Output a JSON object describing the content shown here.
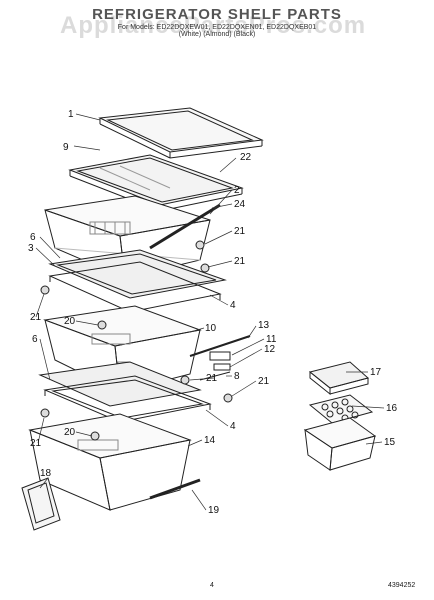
{
  "title": "REFRIGERATOR SHELF PARTS",
  "models": "For Models: ED22DQXEW01, ED22DQXEN01, ED22DQXEB01",
  "colors": "(White)          (Almond)          (Black)",
  "watermark": "AppliancePartsPros.com",
  "page_number": "4",
  "document_number": "4394252",
  "callouts": {
    "c1": "1",
    "c9": "9",
    "c22": "22",
    "c2": "2",
    "c24": "24",
    "c6a": "6",
    "c3": "3",
    "c21a": "21",
    "c21b": "21",
    "c4a": "4",
    "c21c": "21",
    "c20a": "20",
    "c10": "10",
    "c13": "13",
    "c11": "11",
    "c6b": "6",
    "c12": "12",
    "c8": "8",
    "c21d": "21",
    "c21e": "21",
    "c4b": "4",
    "c20b": "20",
    "c21f": "21",
    "c14": "14",
    "c18": "18",
    "c19": "19",
    "c17": "17",
    "c16": "16",
    "c15": "15"
  }
}
